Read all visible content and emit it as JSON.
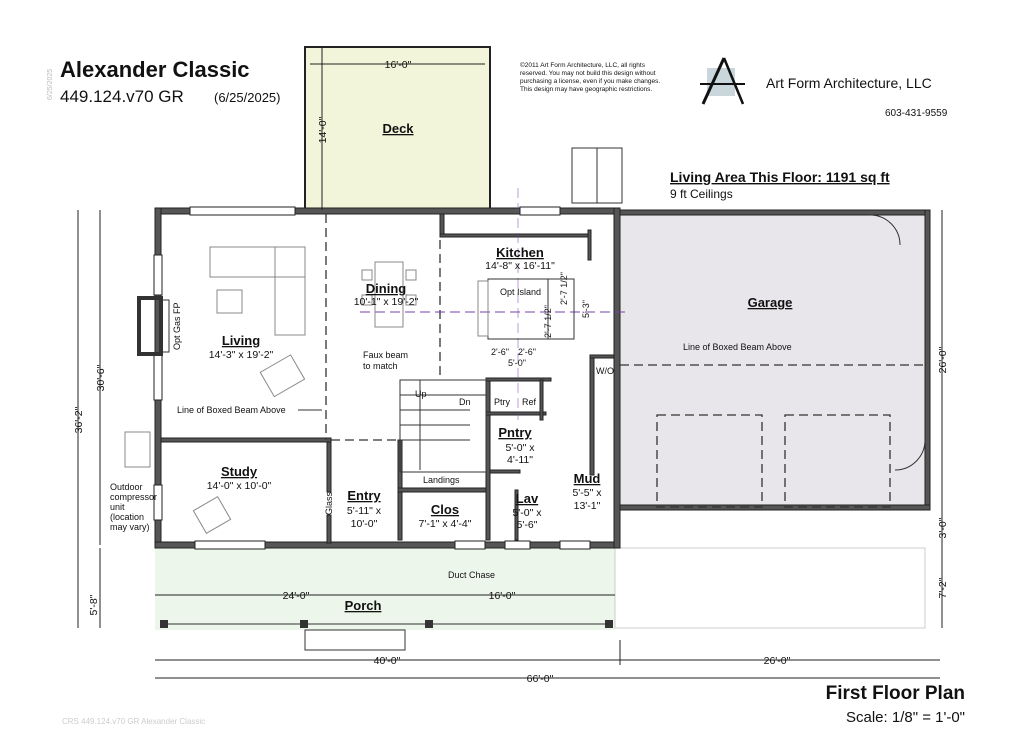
{
  "title": {
    "plan_name": "Alexander Classic",
    "plan_code": "449.124.v70 GR",
    "date": "(6/25/2025)",
    "side_date": "6/25/2025"
  },
  "copyright": [
    "©2011 Art Form Architecture, LLC, all rights",
    "reserved. You may not build this design without",
    "purchasing a license, even if you make changes.",
    "This design may have geographic restrictions."
  ],
  "company": {
    "name": "Art Form Architecture, LLC",
    "phone": "603-431-9559"
  },
  "summary": {
    "living_area": "Living Area This Floor: 1191 sq ft",
    "ceilings": "9 ft Ceilings"
  },
  "rooms": {
    "deck": {
      "name": "Deck"
    },
    "living": {
      "name": "Living",
      "size": "14'-3\" x 19'-2\""
    },
    "dining": {
      "name": "Dining",
      "size": "10'-1\" x 19'-2\""
    },
    "kitchen": {
      "name": "Kitchen",
      "size": "14'-8\" x 16'-11\""
    },
    "garage": {
      "name": "Garage"
    },
    "study": {
      "name": "Study",
      "size": "14'-0\" x 10'-0\""
    },
    "entry": {
      "name": "Entry",
      "size1": "5'-11\" x",
      "size2": "10'-0\""
    },
    "clos": {
      "name": "Clos",
      "size": "7'-1\" x 4'-4\""
    },
    "pntry": {
      "name": "Pntry",
      "size1": "5'-0\" x",
      "size2": "4'-11\""
    },
    "lav": {
      "name": "Lav",
      "size1": "5'-0\" x",
      "size2": "5'-6\""
    },
    "mud": {
      "name": "Mud",
      "size1": "5'-5\" x",
      "size2": "13'-1\""
    },
    "porch": {
      "name": "Porch"
    }
  },
  "labels": {
    "opt_gas_fp": "Opt Gas FP",
    "boxed_beam_living": "Line of Boxed Beam Above",
    "boxed_beam_garage": "Line of Boxed Beam Above",
    "faux_beam_1": "Faux beam",
    "faux_beam_2": "to match",
    "opt_island": "Opt Island",
    "up": "Up",
    "dn": "Dn",
    "ptry": "Ptry",
    "ref": "Ref",
    "wo": "W/O",
    "landings": "Landings",
    "glass": "Glass",
    "duct_chase": "Duct Chase",
    "compressor": [
      "Outdoor",
      "compressor",
      "unit",
      "(location",
      "may vary)"
    ],
    "island_dims": [
      "2'-6\"",
      "2'-6\"",
      "5'-0\"",
      "2'-7 1/2\"",
      "2'-7 1/2\"",
      "5'-3\""
    ]
  },
  "dimensions": {
    "deck_width": "16'-0\"",
    "deck_depth": "14'-0\"",
    "overall_depth": "36'-2\"",
    "house_depth": "30'-6\"",
    "porch_depth": "5'-8\"",
    "porch_left": "24'-0\"",
    "porch_right": "16'-0\"",
    "house_width": "40'-0\"",
    "garage_width": "26'-0\"",
    "overall_width": "66'-0\"",
    "garage_depth": "26'-0\"",
    "garage_step": "3'-0\"",
    "garage_front": "7'-2\""
  },
  "footer": {
    "plan_title": "First Floor Plan",
    "scale": "Scale: 1/8\" = 1'-0\"",
    "watermark": "CRS 449.124.v70 GR Alexander Classic"
  },
  "colors": {
    "deck": "#f2f5da",
    "porch": "#edf6ea",
    "garage": "#e8e6ea",
    "wall": "#555555",
    "centerline": "#7a3fa8"
  }
}
